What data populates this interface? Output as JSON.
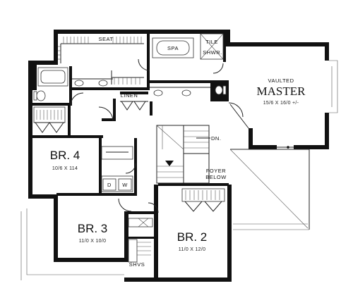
{
  "rooms": {
    "master": {
      "note": "VAULTED",
      "name": "MASTER",
      "dims": "15/6 X 16/0 +/-"
    },
    "br4": {
      "name": "BR. 4",
      "dims": "10/6 X 114"
    },
    "br3": {
      "name": "BR. 3",
      "dims": "11/0 X 10/0"
    },
    "br2": {
      "name": "BR. 2",
      "dims": "11/0 X 12/0"
    }
  },
  "fixtures": {
    "seat": "SEAT",
    "spa": "SPA",
    "tile": "TILE",
    "shwr": "SHWR.",
    "linen": "LINEN",
    "dryer": "D",
    "washer": "W",
    "shvs": "SHVS"
  },
  "stair": {
    "down": "DN."
  },
  "foyer": {
    "line1": "FOYER",
    "line2": "BELOW"
  }
}
